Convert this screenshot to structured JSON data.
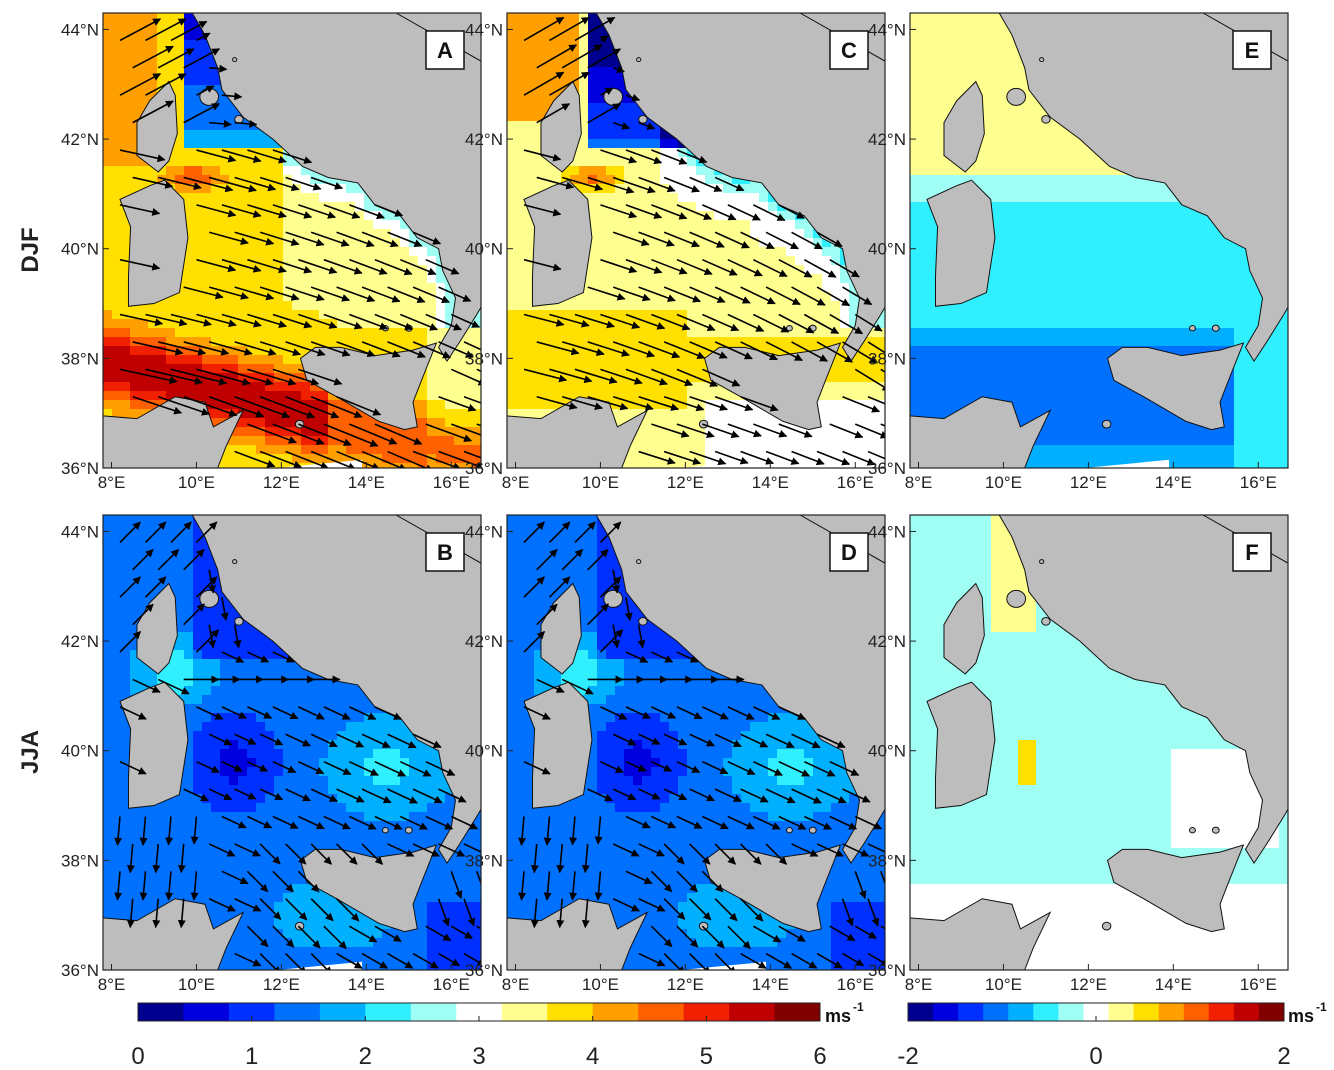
{
  "figure": {
    "rows": [
      "DJF",
      "JJA"
    ],
    "lat_ticks": [
      "44°N",
      "42°N",
      "40°N",
      "38°N",
      "36°N"
    ],
    "lon_ticks": [
      "8°E",
      "10°E",
      "12°E",
      "14°E",
      "16°E"
    ],
    "lon_range": [
      7.8,
      16.7
    ],
    "lat_range": [
      36.0,
      44.3
    ]
  },
  "panels": [
    {
      "id": "A",
      "label": "A",
      "row": "DJF",
      "type": "wind-speed-with-vectors",
      "regime": "strong"
    },
    {
      "id": "C",
      "label": "C",
      "row": "DJF",
      "type": "wind-speed-with-vectors",
      "regime": "moderate"
    },
    {
      "id": "E",
      "label": "E",
      "row": "DJF",
      "type": "difference",
      "regime": "diff-winter"
    },
    {
      "id": "B",
      "label": "B",
      "row": "JJA",
      "type": "wind-speed-with-vectors",
      "regime": "weak"
    },
    {
      "id": "D",
      "label": "D",
      "row": "JJA",
      "type": "wind-speed-with-vectors",
      "regime": "weak"
    },
    {
      "id": "F",
      "label": "F",
      "row": "JJA",
      "type": "difference",
      "regime": "diff-summer"
    }
  ],
  "colorbars": {
    "speed": {
      "unit": "ms",
      "unit_exponent": "-1",
      "ticks": [
        "0",
        "1",
        "2",
        "3",
        "4",
        "5",
        "6"
      ],
      "range": [
        0,
        6
      ],
      "colormap": [
        "#00008f",
        "#0000df",
        "#0030ff",
        "#0070ff",
        "#00b0ff",
        "#30f0ff",
        "#a0fff5",
        "#ffffff",
        "#ffff90",
        "#ffe000",
        "#ffa000",
        "#ff6000",
        "#f02000",
        "#c00000",
        "#800000"
      ]
    },
    "difference": {
      "unit": "ms",
      "unit_exponent": "-1",
      "ticks": [
        "-2",
        "0",
        "2"
      ],
      "range": [
        -2,
        2
      ],
      "colormap": [
        "#00008f",
        "#0000df",
        "#0030ff",
        "#0070ff",
        "#00b0ff",
        "#30f0ff",
        "#a0fff5",
        "#ffffff",
        "#ffff90",
        "#ffe000",
        "#ffa000",
        "#ff6000",
        "#f02000",
        "#c00000",
        "#800000"
      ]
    }
  },
  "colors": {
    "land": "#bdbdbd",
    "coastline": "#111111",
    "arrow": "#000000"
  }
}
